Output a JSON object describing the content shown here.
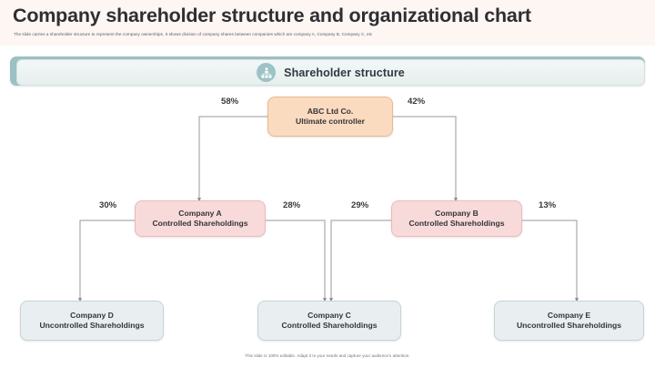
{
  "slide": {
    "title": "Company shareholder structure and organizational chart",
    "subtitle": "The slide carries a shareholder structure to represent the company ownerships. It shows division of company shares between companies which are company A, Company B, Company C, etc",
    "footer": "This slide is 100% editable. Adapt it to your needs and capture your audience's attention."
  },
  "section": {
    "label": "Shareholder structure",
    "icon": "organization-people-icon"
  },
  "colors": {
    "header_band": "#fdf6f3",
    "section_bar": "#9dc0c2",
    "root_node": "#fbdbc0",
    "mid_node": "#f9dada",
    "leaf_node": "#e9eef0",
    "connector": "#9a9a9f"
  },
  "chart_data": {
    "type": "diagram",
    "title": "Shareholder structure",
    "nodes": [
      {
        "id": "abc",
        "line1": "ABC Ltd Co.",
        "line2": "Ultimate controller",
        "level": 0,
        "style": "root"
      },
      {
        "id": "companyA",
        "line1": "Company A",
        "line2": "Controlled Shareholdings",
        "level": 1,
        "style": "mid"
      },
      {
        "id": "companyB",
        "line1": "Company B",
        "line2": "Controlled Shareholdings",
        "level": 1,
        "style": "mid"
      },
      {
        "id": "companyD",
        "line1": "Company D",
        "line2": "Uncontrolled Shareholdings",
        "level": 2,
        "style": "leaf"
      },
      {
        "id": "companyC",
        "line1": "Company C",
        "line2": "Controlled Shareholdings",
        "level": 2,
        "style": "leaf"
      },
      {
        "id": "companyE",
        "line1": "Company E",
        "line2": "Uncontrolled Shareholdings",
        "level": 2,
        "style": "leaf"
      }
    ],
    "edges": [
      {
        "from": "abc",
        "to": "companyA",
        "label": "58%"
      },
      {
        "from": "abc",
        "to": "companyB",
        "label": "42%"
      },
      {
        "from": "companyA",
        "to": "companyD",
        "label": "30%"
      },
      {
        "from": "companyA",
        "to": "companyC",
        "label": "28%"
      },
      {
        "from": "companyB",
        "to": "companyC",
        "label": "29%"
      },
      {
        "from": "companyB",
        "to": "companyE",
        "label": "13%"
      }
    ],
    "labels": [
      "58%",
      "42%",
      "30%",
      "28%",
      "29%",
      "13%"
    ]
  }
}
